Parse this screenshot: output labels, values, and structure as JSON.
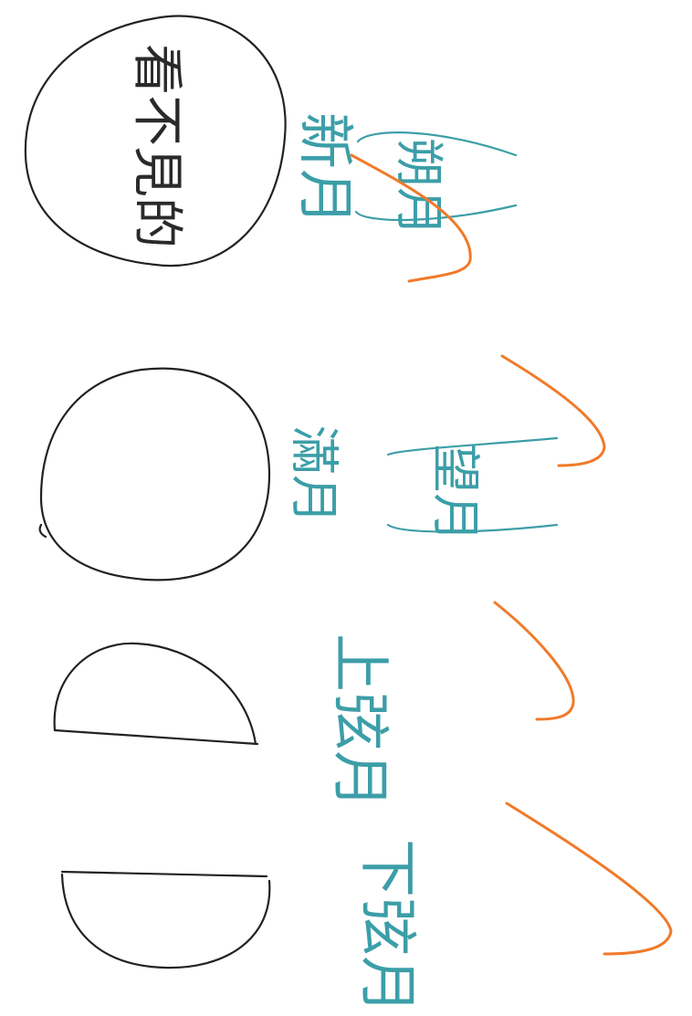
{
  "page": {
    "background": "#ffffff",
    "ink_colors": {
      "outline": "#222222",
      "labels": "#3c9ea8",
      "checkmarks": "#f07a2a"
    }
  },
  "moon_phases": [
    {
      "drawing": "full-circle-with-writing",
      "circle_text": "看不見的",
      "label_main": "新月",
      "label_paren": "朔月",
      "checked": true
    },
    {
      "drawing": "full-circle",
      "label_main": "滿月",
      "label_paren": "望月",
      "checked": true
    },
    {
      "drawing": "half-circle-top",
      "label_main": "上弦月",
      "checked": true
    },
    {
      "drawing": "half-circle-bottom",
      "label_main": "下弦月",
      "checked": true
    }
  ]
}
